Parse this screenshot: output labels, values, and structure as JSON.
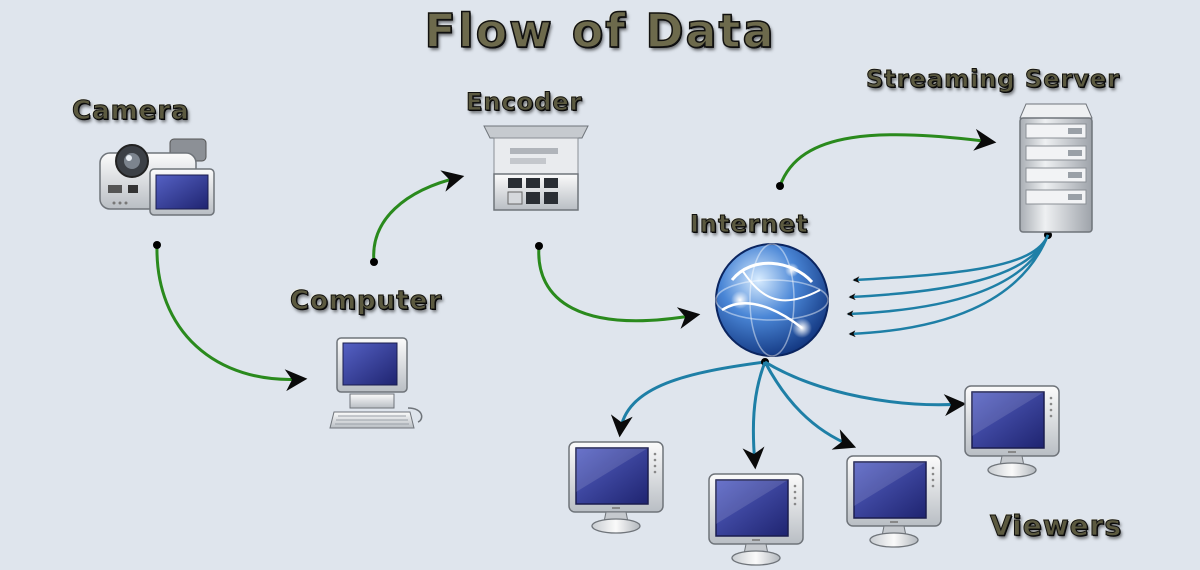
{
  "title": "Flow of Data",
  "nodes": {
    "camera": "Camera",
    "encoder": "Encoder",
    "streaming_server": "Streaming Server",
    "internet": "Internet",
    "computer": "Computer",
    "viewers": "Viewers"
  },
  "colors": {
    "background": "#dfe5ed",
    "upload_arrow": "#2a8a1d",
    "distribution_arrow": "#1e7fa6",
    "label_fill": "#5c5a40",
    "screen": "#3a43a0"
  },
  "icons": {
    "camera": "camcorder-icon",
    "encoder": "encoder-box-icon",
    "streaming_server": "server-tower-icon",
    "internet": "globe-network-icon",
    "computer": "desktop-computer-icon",
    "viewer": "monitor-icon"
  }
}
